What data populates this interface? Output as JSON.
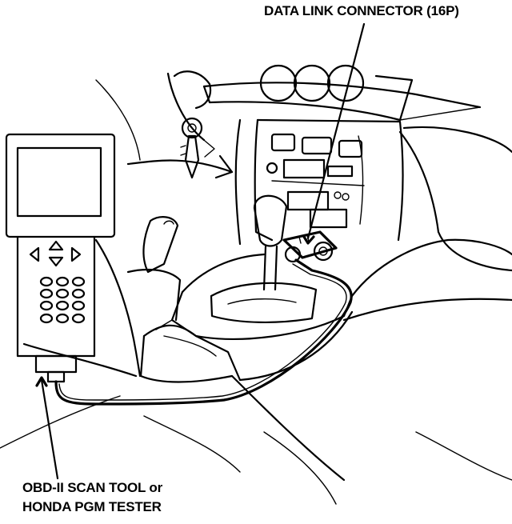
{
  "callouts": {
    "connector": "DATA LINK CONNECTOR (16P)",
    "tool_line1": "OBD-II SCAN TOOL or",
    "tool_line2": "HONDA PGM TESTER"
  }
}
